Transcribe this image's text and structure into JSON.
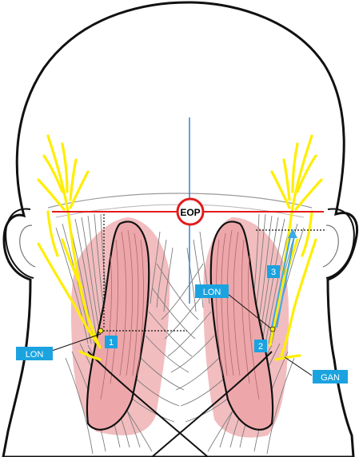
{
  "labels": {
    "eop": "EOP",
    "lon_left": "LON",
    "lon_right": "LON",
    "gan": "GAN",
    "point_1": "1",
    "point_2": "2",
    "point_3": "3"
  },
  "colors": {
    "nerve": "#ffee00",
    "muscle_fill": "#eda7aa",
    "midline": "#3b7dd8",
    "eop_line": "#e31b1b",
    "label_box": "#1ba3e0",
    "arrow": "#3da9e8",
    "outline": "#111111",
    "fibers": "#8a8a8a"
  }
}
